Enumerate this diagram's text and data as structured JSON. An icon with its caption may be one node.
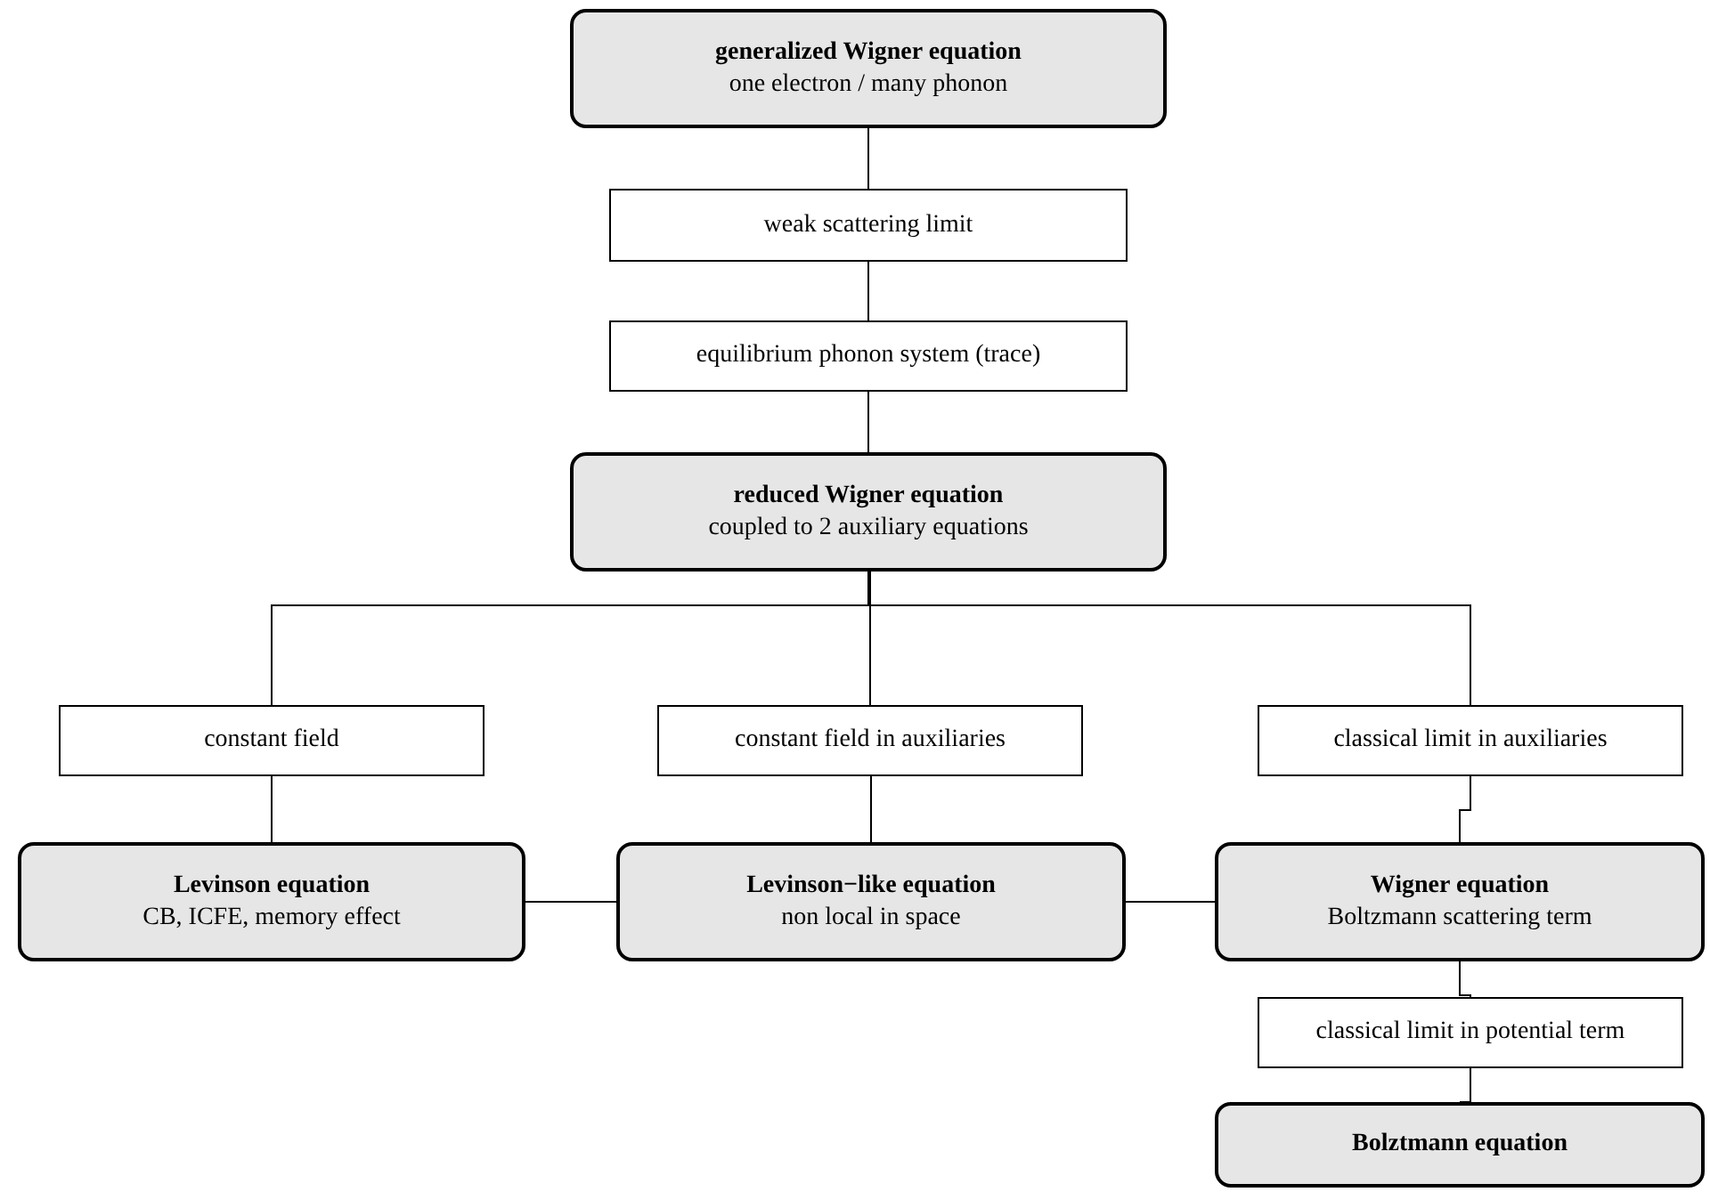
{
  "diagram": {
    "nodes": [
      {
        "text": [
          "generalized Wigner equation",
          "one electron / many phonon"
        ]
      },
      {
        "text": [
          "weak scattering limit"
        ]
      },
      {
        "text": [
          "equilibrium phonon system (trace)"
        ]
      },
      {
        "text": [
          "reduced Wigner equation",
          "coupled to 2 auxiliary equations"
        ]
      },
      {
        "text": [
          "constant field"
        ]
      },
      {
        "text": [
          "constant field in auxiliaries"
        ]
      },
      {
        "text": [
          "classical limit in auxiliaries"
        ]
      },
      {
        "text": [
          "Levinson equation",
          "CB, ICFE, memory effect"
        ]
      },
      {
        "text": [
          "Levinson−like equation",
          "non local in space"
        ]
      },
      {
        "text": [
          "Wigner equation",
          "Boltzmann scattering term"
        ]
      },
      {
        "text": [
          "classical limit in potential term"
        ]
      },
      {
        "text": [
          "Bolztmann equation"
        ]
      }
    ],
    "edges": [
      {
        "from": 0,
        "to": 1,
        "arrow": "none"
      },
      {
        "from": 1,
        "to": 2,
        "arrow": "none"
      },
      {
        "from": 2,
        "to": 3,
        "arrow": "none"
      },
      {
        "from": 3,
        "to": 4,
        "arrow": "none"
      },
      {
        "from": 3,
        "to": 5,
        "arrow": "none"
      },
      {
        "from": 3,
        "to": 6,
        "arrow": "none"
      },
      {
        "from": 4,
        "to": 7,
        "arrow": "none"
      },
      {
        "from": 5,
        "to": 8,
        "arrow": "none"
      },
      {
        "from": 6,
        "to": 9,
        "arrow": "none"
      },
      {
        "from": 7,
        "to": 8,
        "arrow": "none"
      },
      {
        "from": 8,
        "to": 9,
        "arrow": "none"
      },
      {
        "from": 9,
        "to": 10,
        "arrow": "none"
      },
      {
        "from": 10,
        "to": 11,
        "arrow": "none"
      }
    ]
  }
}
